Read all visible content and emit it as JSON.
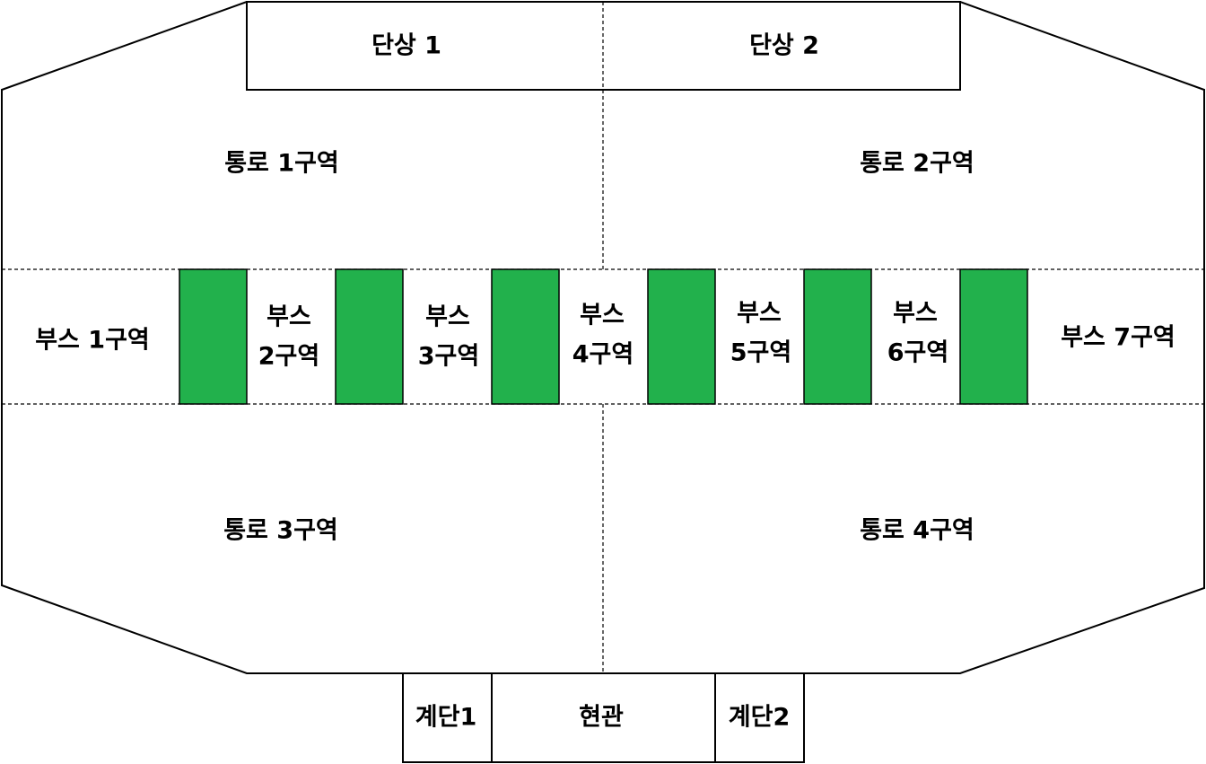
{
  "stages": {
    "stage1": "단상 1",
    "stage2": "단상 2"
  },
  "aisles": {
    "aisle1": "통로 1구역",
    "aisle2": "통로 2구역",
    "aisle3": "통로 3구역",
    "aisle4": "통로 4구역"
  },
  "booths": {
    "booth1": "부스 1구역",
    "booth2": [
      "부스",
      "2구역"
    ],
    "booth3": [
      "부스",
      "3구역"
    ],
    "booth4": [
      "부스",
      "4구역"
    ],
    "booth5": [
      "부스",
      "5구역"
    ],
    "booth6": [
      "부스",
      "6구역"
    ],
    "booth7": "부스 7구역"
  },
  "entrance": {
    "stairs1": "계단1",
    "lobby": "현관",
    "stairs2": "계단2"
  },
  "colors": {
    "booth_block": "#22b14c",
    "line": "#000000",
    "background": "#ffffff"
  }
}
